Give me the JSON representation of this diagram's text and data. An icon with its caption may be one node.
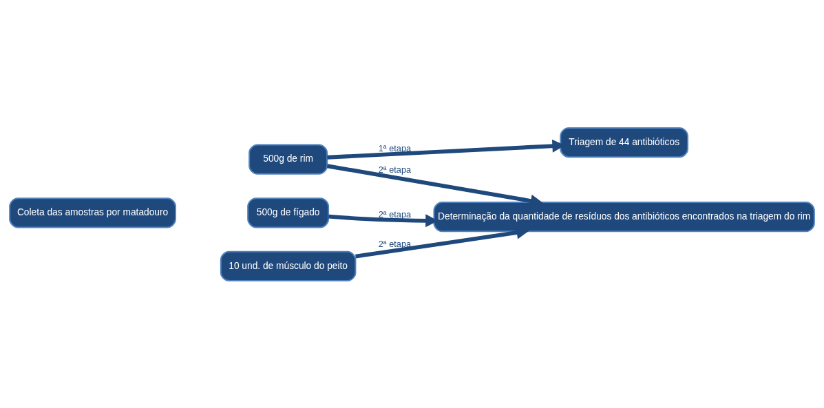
{
  "diagram": {
    "nodes": [
      {
        "text": [
          "Coleta das amostras por matadouro"
        ]
      },
      {
        "text": [
          "500g de rim"
        ]
      },
      {
        "text": [
          "500g de fígado"
        ]
      },
      {
        "text": [
          "10 und. de músculo do peito"
        ]
      },
      {
        "text": [
          "Triagem de 44 antibióticos"
        ]
      },
      {
        "text": [
          "Determinação da quantidade de resíduos dos antibióticos encontrados na triagem do rim"
        ]
      }
    ],
    "edges": [
      {
        "from": 1,
        "to": 4,
        "arrow": "to",
        "label": "1ª etapa"
      },
      {
        "from": 1,
        "to": 5,
        "arrow": "to",
        "label": "2ª etapa"
      },
      {
        "from": 2,
        "to": 5,
        "arrow": "to",
        "label": "2ª etapa"
      },
      {
        "from": 3,
        "to": 5,
        "arrow": "to",
        "label": "2ª etapa"
      }
    ]
  }
}
